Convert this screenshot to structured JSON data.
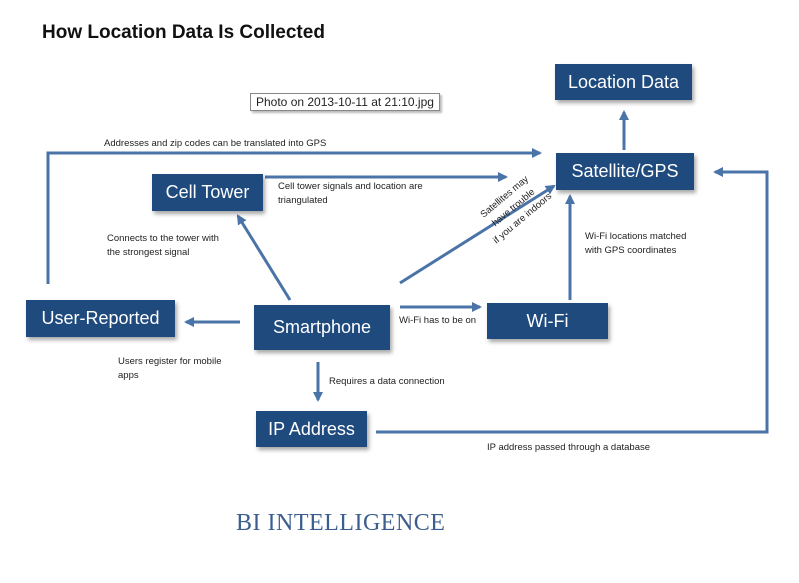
{
  "title": "How Location Data Is Collected",
  "tooltip": "Photo on 2013-10-11 at 21:10.jpg",
  "nodes": {
    "location_data": "Location Data",
    "satellite_gps": "Satellite/GPS",
    "cell_tower": "Cell Tower",
    "user_reported": "User-Reported",
    "smartphone": "Smartphone",
    "wifi": "Wi-Fi",
    "ip_address": "IP Address"
  },
  "labels": {
    "addresses": "Addresses and zip codes can be translated into GPS",
    "cell_signals_1": "Cell tower signals and location are",
    "cell_signals_2": "triangulated",
    "connects_1": "Connects to the tower with",
    "connects_2": "the strongest signal",
    "satellites": [
      "Satellites may",
      "have trouble",
      "if you are indoors"
    ],
    "wifi_matched_1": "Wi-Fi locations matched",
    "wifi_matched_2": "with GPS coordinates",
    "wifi_on": "Wi-Fi has to be on",
    "users_register_1": "Users register for mobile",
    "users_register_2": "apps",
    "data_connection": "Requires a data connection",
    "ip_passed": "IP address passed through a database"
  },
  "brand": "BI INTELLIGENCE",
  "colors": {
    "box": "#1f4a7e",
    "arrow": "#4a73a8",
    "brand": "#3b5e8f"
  }
}
